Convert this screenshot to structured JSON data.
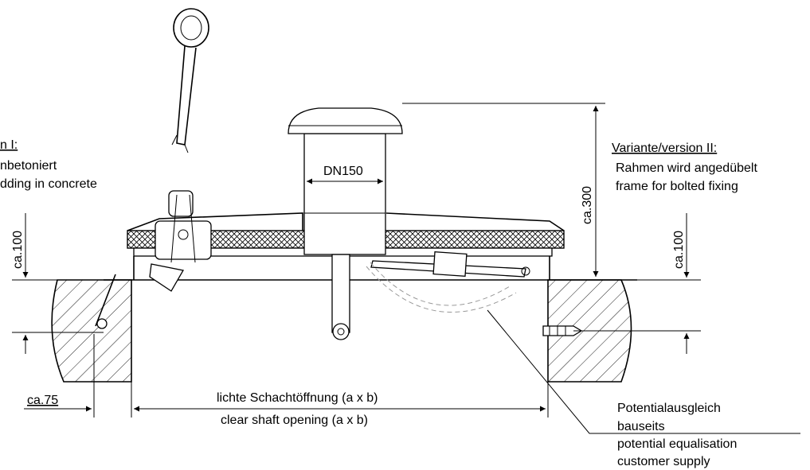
{
  "labels": {
    "version1_heading": "n I:",
    "version1_line1": "nbetoniert",
    "version1_line2": "dding in concrete",
    "version2_heading": "Variante/version II:",
    "version2_line1": "Rahmen wird angedübelt",
    "version2_line2": "frame for bolted fixing",
    "pipe_diameter": "DN150",
    "height_total": "ca.300",
    "height_left": "ca.100",
    "height_right": "ca.100",
    "offset_left": "ca.75",
    "opening_de": "lichte Schachtöffnung (a x b)",
    "opening_en": "clear shaft opening (a x b)",
    "equalisation_de_1": "Potentialausgleich",
    "equalisation_de_2": "bauseits",
    "equalisation_en_1": "potential equalisation",
    "equalisation_en_2": "customer supply"
  }
}
